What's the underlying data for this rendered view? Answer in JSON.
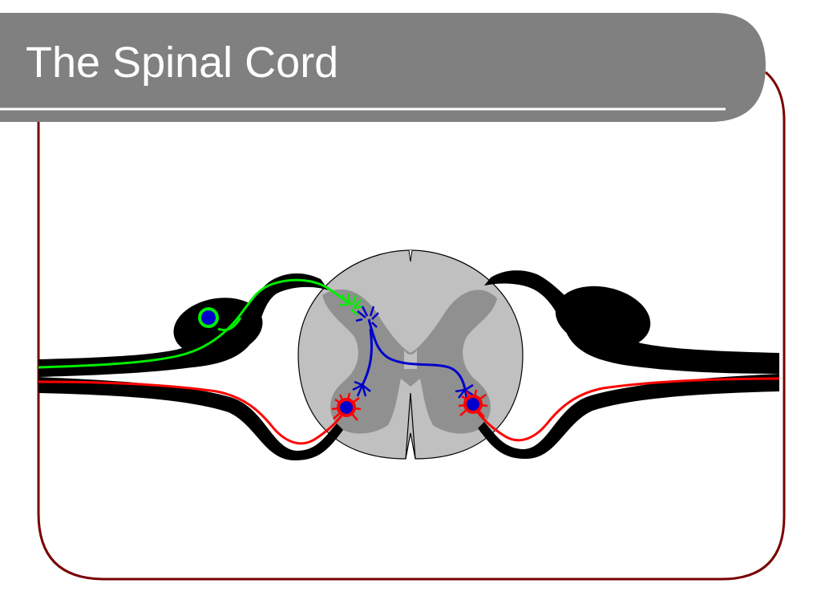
{
  "slide": {
    "title": "The Spinal Cord"
  },
  "colors": {
    "title_bar": "#808080",
    "frame_border": "#7a0000",
    "background": "#ffffff",
    "white_matter": "#c0c0c0",
    "gray_matter": "#909090",
    "nerve": "#000000",
    "sensory_neuron": "#00ee00",
    "interneuron": "#0000cc",
    "motor_neuron": "#ff0000",
    "nucleus": "#0000cc"
  },
  "diagram": {
    "structures": [
      "spinal-cord-cross-section",
      "dorsal-root-ganglion-left",
      "dorsal-root-ganglion-right",
      "sensory-neuron",
      "interneuron",
      "motor-neuron-left",
      "motor-neuron-right"
    ]
  }
}
